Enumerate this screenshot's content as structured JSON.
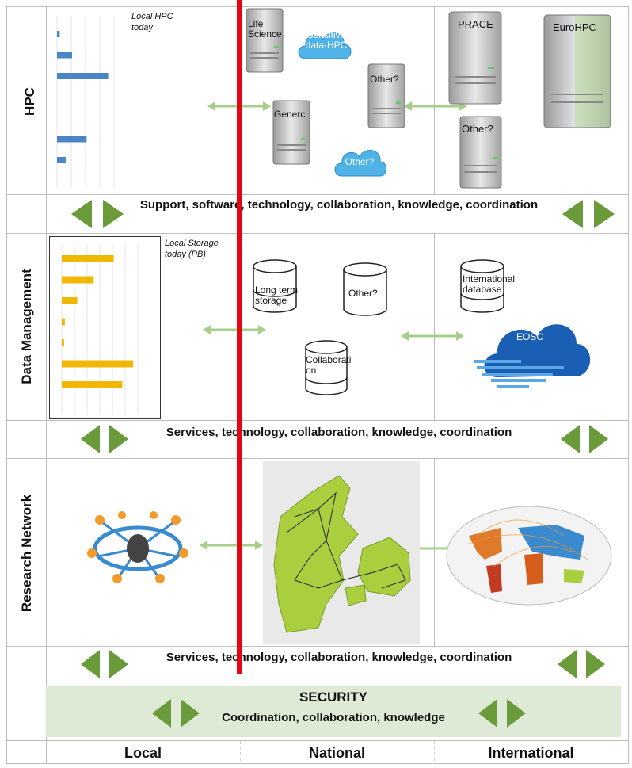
{
  "rows": {
    "hpc": {
      "label": "HPC"
    },
    "data_management": {
      "label": "Data Management"
    },
    "research_network": {
      "label": "Research Network"
    }
  },
  "hpc": {
    "local_caption": "Local HPC today",
    "nodes": {
      "life_science": "Life Science",
      "sensitive": "Sensitive data-HPC",
      "other_server": "Other?",
      "generic": "Generc",
      "other_cloud": "Other?",
      "prace": "PRACE",
      "other_intl": "Other?",
      "eurohpc": "EuroHPC"
    },
    "band_text": "Support, software, technology, collaboration, knowledge, coordination",
    "local_chart_bars": [
      0.05,
      0.28,
      0.95,
      0,
      0,
      0.55,
      0.16,
      0
    ]
  },
  "data_management": {
    "local_caption": "Local Storage today (PB)",
    "nodes": {
      "long_term": "Long term storage",
      "other": "Other?",
      "international_db": "International database",
      "collaboration": "Collaborati on",
      "eosc": "EOSC"
    },
    "band_text": "Services, technology, collaboration, knowledge, coordination",
    "local_chart_bars": [
      0.67,
      0.41,
      0.2,
      0.04,
      0.03,
      0.92,
      0.78,
      0
    ]
  },
  "research_network": {
    "band_text": "Services, technology, collaboration, knowledge, coordination"
  },
  "security": {
    "title": "SECURITY",
    "subtitle": "Coordination, collaboration, knowledge"
  },
  "columns": {
    "local": "Local",
    "national": "National",
    "international": "International"
  },
  "colors": {
    "arrow_green": "#6a9a3a",
    "connector_green": "#a6d08a",
    "security_bg": "#dfead6",
    "divider_red": "#e30613",
    "hpc_bar": "#4a86c5",
    "storage_bar": "#f2b705",
    "map_land": "#a9cf3f",
    "eosc_blue": "#1a5fb4"
  }
}
